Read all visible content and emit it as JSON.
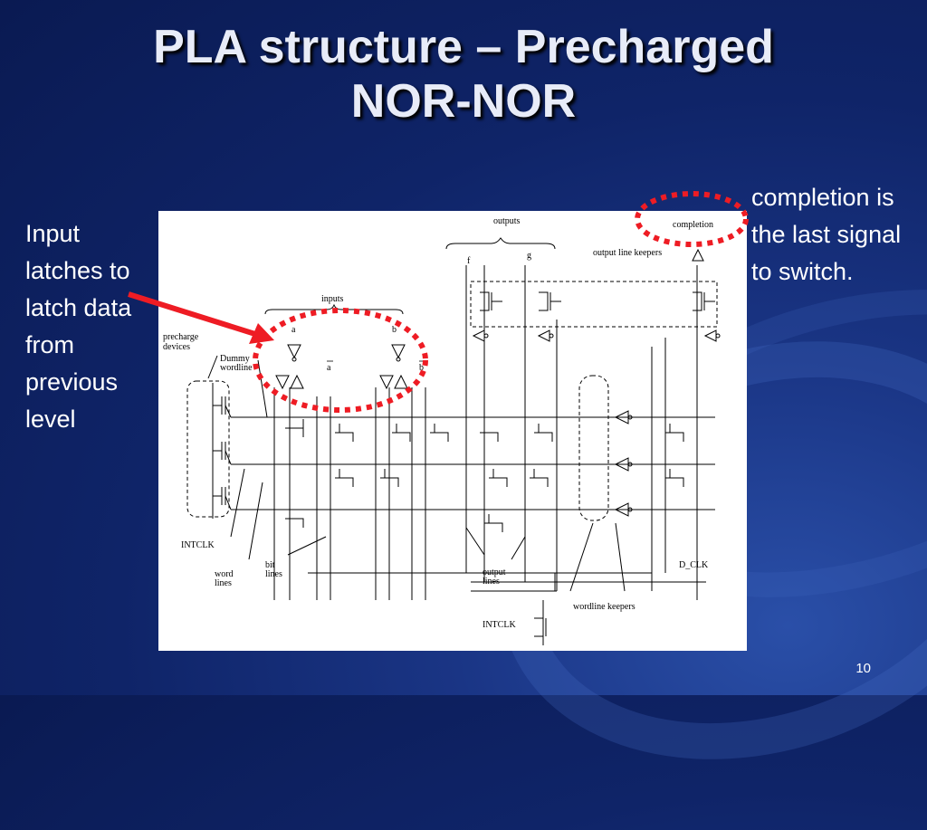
{
  "slide": {
    "title": "PLA structure – Precharged NOR-NOR",
    "left_note": "Input latches to latch data from previous level",
    "right_note": "completion is the last signal to switch.",
    "page_number": "10"
  },
  "diagram": {
    "outputs_label": "outputs",
    "completion_label": "completion",
    "output_line_keepers_label": "output line keepers",
    "f_label": "f",
    "g_label": "g",
    "inputs_label": "inputs",
    "a_label": "a",
    "b_label": "b",
    "a_bar_label": "a",
    "b_bar_label": "b",
    "precharge_devices_label": "precharge devices",
    "dummy_wordline_label": "Dummy wordline",
    "intclk_label": "INTCLK",
    "word_lines_label": "word lines",
    "bit_lines_label": "bit lines",
    "output_lines_label": "output lines",
    "d_clk_label": "D_CLK",
    "wordline_keepers_label": "wordline keepers",
    "intclk_bottom_label": "INTCLK"
  },
  "colors": {
    "highlight": "#ee1c24",
    "text": "#ffffff"
  }
}
